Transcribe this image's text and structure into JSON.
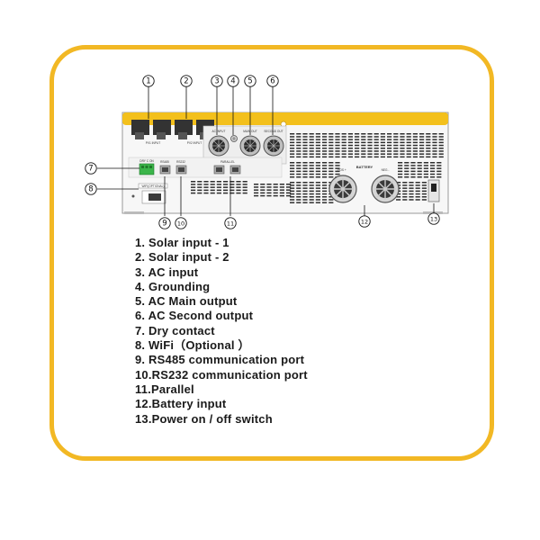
{
  "callouts": [
    "1",
    "2",
    "3",
    "4",
    "5",
    "6",
    "7",
    "8",
    "9",
    "10",
    "11",
    "12",
    "13"
  ],
  "panel_labels": {
    "ac_input": "AC INPUT",
    "main_out": "MAIN OUT",
    "second_out": "SECOND OUT",
    "dry_contact": "DRY C ON",
    "wifi": "WIFI(OPTIONAL)",
    "rs485": "RS485",
    "rs232": "RS232",
    "parallel": "PARALLEL",
    "battery": "BATTERY",
    "pv1_input": "PV1 INPUT",
    "pv2_input": "PV2 INPUT",
    "batt_pos": "POS +",
    "batt_neg": "NEG -"
  },
  "colors": {
    "frame": "#f2b824",
    "top_strip": "#f3c01c",
    "terminal_green": "#3bb54a",
    "callout_stroke": "#111111"
  },
  "legend": [
    "1. Solar input - 1",
    "2. Solar input - 2",
    "3. AC input",
    "4. Grounding",
    "5. AC Main  output",
    "6. AC Second  output",
    "7.  Dry contact",
    "8. WiFi（Optional ）",
    "9. RS485 communication port",
    "10.RS232 communication port",
    "11.Parallel",
    "12.Battery input",
    "13.Power on / off switch"
  ]
}
